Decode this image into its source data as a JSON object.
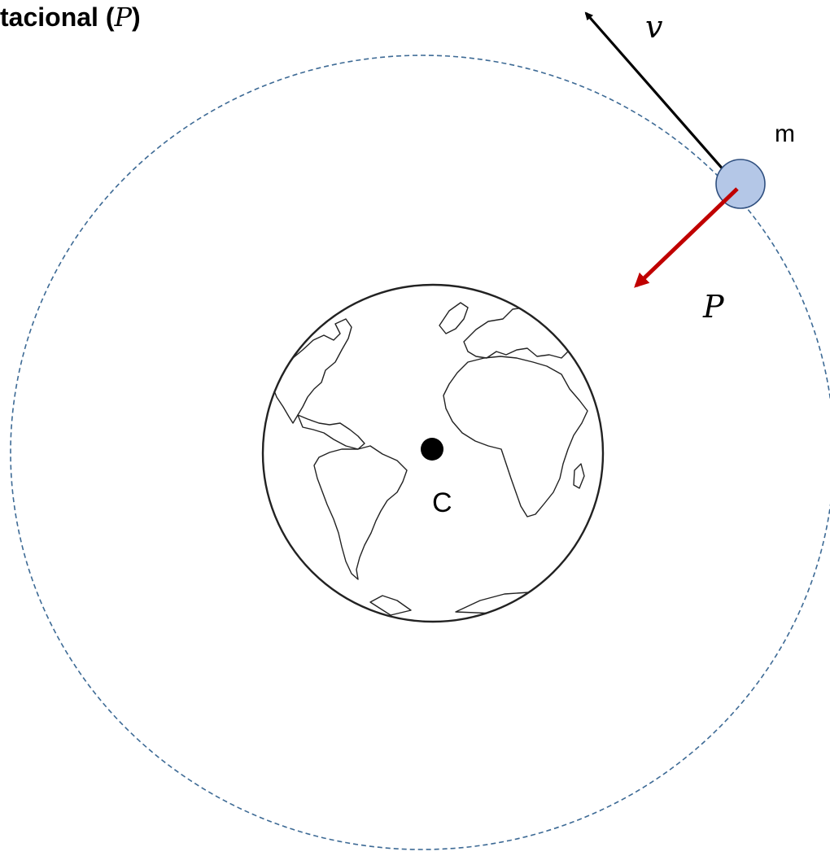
{
  "title": {
    "text": "tacional (",
    "symbol": "P",
    "close": ")"
  },
  "labels": {
    "velocity": "v",
    "weight": "P",
    "mass": "m",
    "center": "C"
  },
  "colors": {
    "orbit": "#3d6a95",
    "velocity_arrow": "#000000",
    "weight_arrow": "#c00000",
    "satellite_fill": "#b4c7e7",
    "satellite_stroke": "#2f4f7f",
    "earth_outline": "#222222",
    "center_dot": "#000000"
  },
  "icons": {
    "earth": "globe-outline-icon",
    "satellite": "circle-icon"
  }
}
